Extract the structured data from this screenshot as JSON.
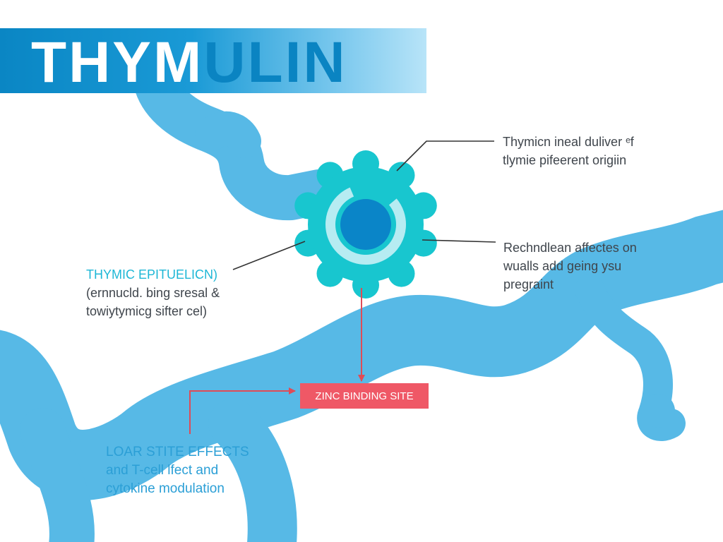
{
  "title": {
    "part1": "THYM",
    "part2": "ULIN"
  },
  "callouts": {
    "top_right": [
      "Thymicn ineal duliver ᵉf",
      "tlymie pifeerent origiin"
    ],
    "mid_right": [
      "Rechndlean affectes on",
      "wualls add geing ysu",
      "pregraint"
    ],
    "left": {
      "heading": "THYMIC EPITUELICN)",
      "lines": [
        "(ernnucld. bing sresal &",
        "towiytymicg sifter cel)"
      ]
    },
    "bottom_left": [
      "LOAR STITE EFFECTS",
      "and T-cell lfect and",
      "cytokine modulation"
    ]
  },
  "zinc_site": {
    "label": "ZINC BINDING SITE"
  },
  "colors": {
    "banner": "#0a86c4",
    "vessel": "#57b9e6",
    "molecule_outer": "#18c6cf",
    "molecule_ring": "#b6ecf2",
    "molecule_core": "#0a85c8",
    "zinc_box": "#ef5866",
    "arrow": "#e04b56",
    "leader_line": "#333333"
  }
}
